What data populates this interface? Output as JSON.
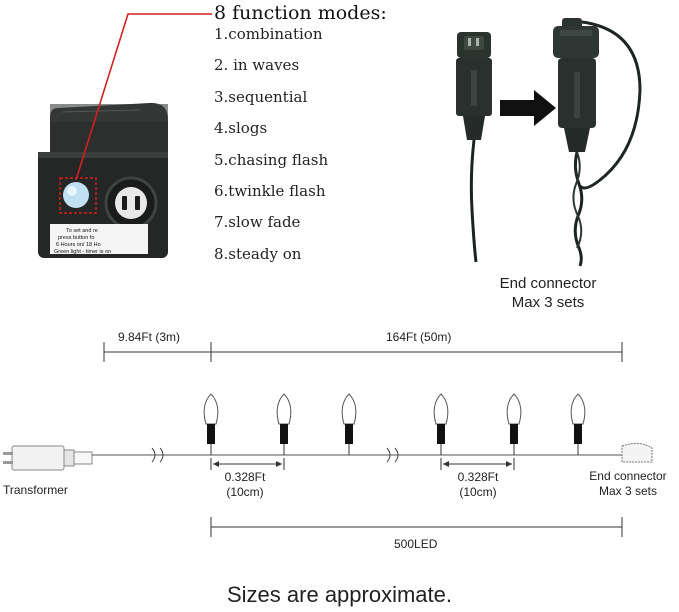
{
  "modes": {
    "title": "8 function modes:",
    "items": [
      "1.combination",
      "2. in waves",
      "3.sequential",
      "4.slogs",
      "5.chasing flash",
      "6.twinkle flash",
      "7.slow fade",
      "8.steady on"
    ]
  },
  "controller": {
    "label_lines": [
      "To set and re",
      "press button fo",
      "6 Hours on/ 18 Ho",
      "Green light - timer is on"
    ]
  },
  "end_connector_photo": {
    "caption_line1": "End connector",
    "caption_line2": "Max 3 sets"
  },
  "dimensions": {
    "lead_length": "9.84Ft (3m)",
    "total_length": "164Ft (50m)",
    "spacing_1_line1": "0.328Ft",
    "spacing_1_line2": "(10cm)",
    "spacing_2_line1": "0.328Ft",
    "spacing_2_line2": "(10cm)",
    "led_count": "500LED"
  },
  "string_diagram": {
    "transformer_label": "Transformer",
    "end_label_line1": "End connector",
    "end_label_line2": "Max 3 sets"
  },
  "colors": {
    "red_line": "#d0201f",
    "cable": "#1c2a24",
    "controller_body": "#2a2d2b",
    "button": "#bfe1f3"
  },
  "footer": {
    "note": "Sizes are approximate."
  }
}
